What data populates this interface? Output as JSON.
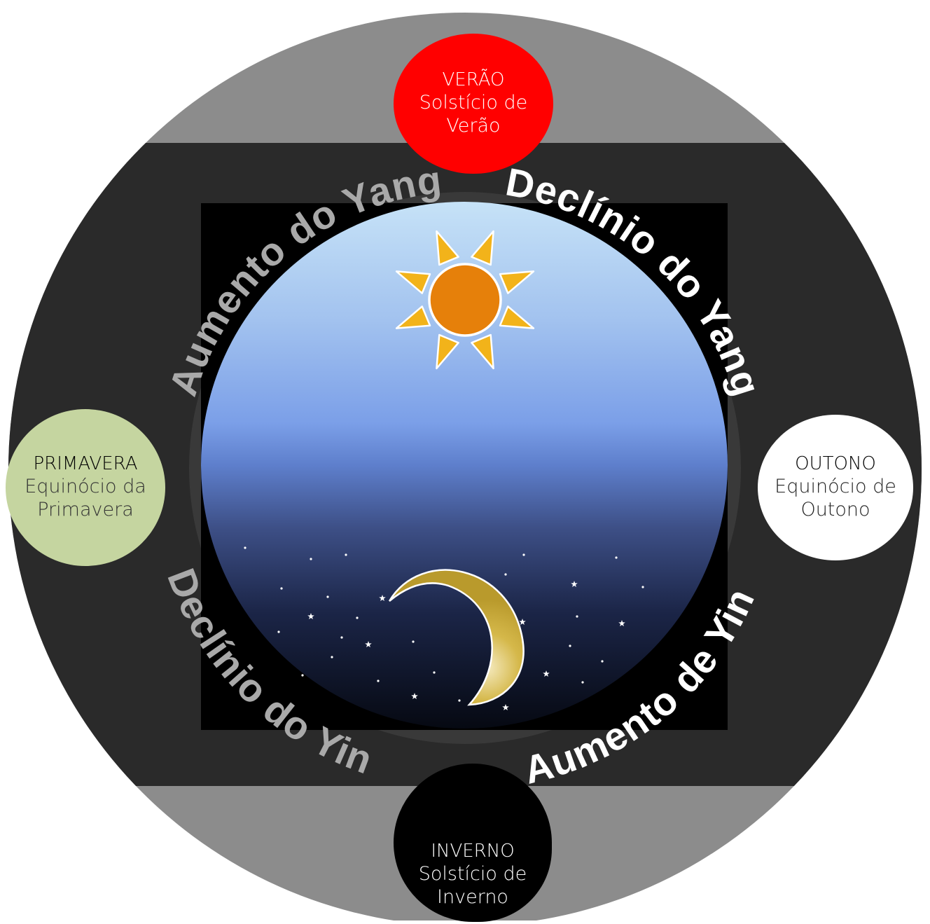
{
  "colors": {
    "outer_disc": "#8c8c8c",
    "band": "#2a2a2a",
    "inner_square": "#000000",
    "ring_text_light": "#a9a9a9",
    "ring_text_dark": "#ffffff",
    "summer": "#ff0000",
    "spring": "#c5d5a0",
    "autumn": "#ffffff",
    "winter": "#000000",
    "sun": "#e6800a",
    "rays": "#f2b31a",
    "moon": "#c2a12e"
  },
  "icons": [
    "sun-icon",
    "moon-icon",
    "star-icon"
  ],
  "ring_labels": {
    "yang_rise": "Aumento do Yang",
    "yang_decline": "Declínio do Yang",
    "yin_rise": "Aumento de Yin",
    "yin_decline": "Declínio do Yin"
  },
  "seasons": {
    "summer": {
      "title": "VERÃO",
      "line1": "Solstício de",
      "line2": "Verão"
    },
    "spring": {
      "title": "PRIMAVERA",
      "line1": "Equinócio da",
      "line2": "Primavera"
    },
    "autumn": {
      "title": "OUTONO",
      "line1": "Equinócio de",
      "line2": "Outono"
    },
    "winter": {
      "title": "INVERNO",
      "line1": "Solstício de",
      "line2": "Inverno"
    }
  }
}
